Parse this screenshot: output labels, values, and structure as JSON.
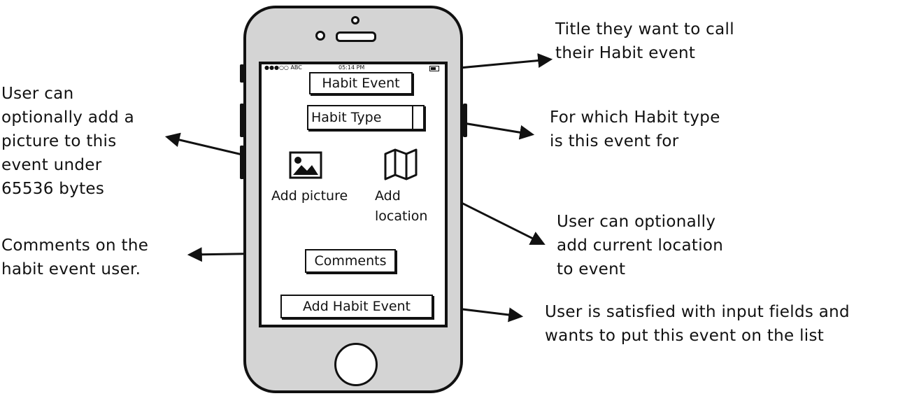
{
  "annotations": {
    "title_note": "Title they want to call\ntheir Habit event",
    "type_note": "For which Habit type\nis this event for",
    "picture_note": "User can\noptionally add a\npicture to this\nevent under\n65536 bytes",
    "location_note": "User can optionally\nadd current location\nto event",
    "comments_note": "Comments on the\nhabit event user.",
    "submit_note": "User is satisfied with input fields and\nwants to put this event on the list"
  },
  "status_bar": {
    "carrier": "●●●○○ ABC",
    "time": "05:14 PM"
  },
  "screen": {
    "title_field": "Habit Event",
    "type_dropdown": "Habit Type",
    "add_picture": "Add picture",
    "add_location_line1": "Add",
    "add_location_line2": "location",
    "comments_field": "Comments",
    "submit_button": "Add Habit Event"
  },
  "icons": {
    "picture": "image-icon",
    "location": "map-icon"
  }
}
